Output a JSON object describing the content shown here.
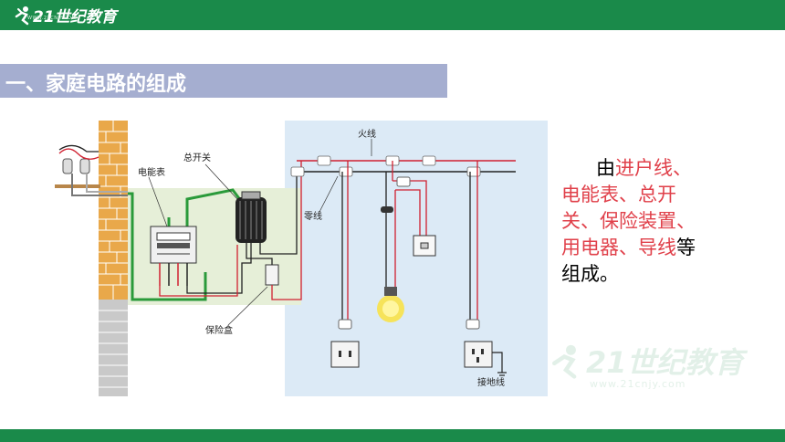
{
  "header": {
    "logo_text": "21世纪教育",
    "logo_url": "WWW.21CNJY.COM",
    "brand_color": "#1a8a4a"
  },
  "section": {
    "title": "一、家庭电路的组成"
  },
  "diagram": {
    "labels": {
      "fire_line": "火线",
      "meter": "电能表",
      "main_switch": "总开关",
      "neutral_line": "零线",
      "fuse_box": "保险盒",
      "ground_line": "接地线"
    }
  },
  "description": {
    "indent_prefix": "由",
    "highlight": "进户线、电能表、总开关、保险装置、用电器、导线",
    "suffix1": "等",
    "suffix2": "组成。",
    "highlight_color": "#e0404a"
  },
  "watermark": {
    "text": "21世纪教育",
    "url": "www.21cnjy.com"
  }
}
